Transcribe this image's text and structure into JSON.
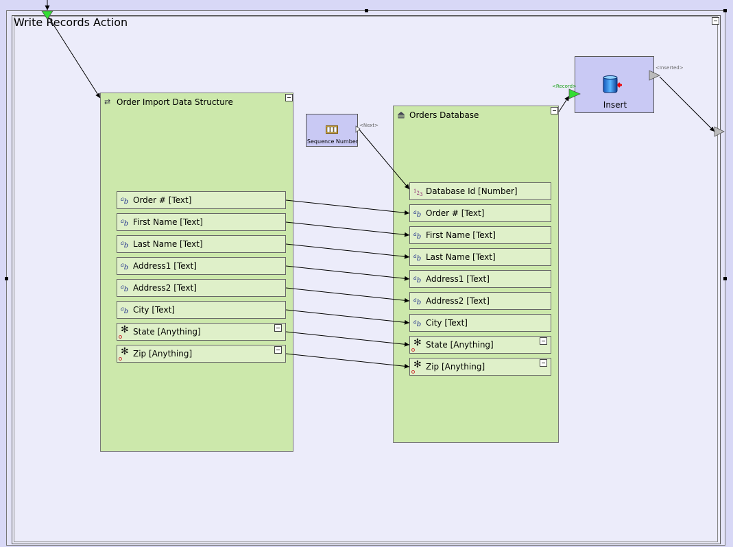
{
  "frame": {
    "title": "Write Records Action"
  },
  "source_struct": {
    "title": "Order Import Data Structure",
    "fields": [
      {
        "label": "Order # [Text]",
        "kind": "text"
      },
      {
        "label": "First Name [Text]",
        "kind": "text"
      },
      {
        "label": "Last Name [Text]",
        "kind": "text"
      },
      {
        "label": "Address1 [Text]",
        "kind": "text"
      },
      {
        "label": "Address2 [Text]",
        "kind": "text"
      },
      {
        "label": "City [Text]",
        "kind": "text"
      },
      {
        "label": "State [Anything]",
        "kind": "anything"
      },
      {
        "label": "Zip [Anything]",
        "kind": "anything"
      }
    ]
  },
  "sequence_node": {
    "label": "Sequence Number",
    "icon_text": "005",
    "port_label": "<Next>"
  },
  "target_db": {
    "title": "Orders Database",
    "fields": [
      {
        "label": "Database Id [Number]",
        "kind": "number"
      },
      {
        "label": "Order # [Text]",
        "kind": "text"
      },
      {
        "label": "First Name [Text]",
        "kind": "text"
      },
      {
        "label": "Last Name [Text]",
        "kind": "text"
      },
      {
        "label": "Address1 [Text]",
        "kind": "text"
      },
      {
        "label": "Address2 [Text]",
        "kind": "text"
      },
      {
        "label": "City [Text]",
        "kind": "text"
      },
      {
        "label": "State [Anything]",
        "kind": "anything"
      },
      {
        "label": "Zip [Anything]",
        "kind": "anything"
      }
    ]
  },
  "insert_node": {
    "label": "Insert",
    "in_port_label": "<Record>",
    "out_port_label": "<Inserted>"
  },
  "icons": {
    "text_field": "text-type-icon",
    "number_field": "number-type-icon",
    "anything_field": "anything-type-icon",
    "structure": "structure-icon",
    "database": "database-icon",
    "insert": "insert-database-icon",
    "sequence": "sequence-counter-icon"
  },
  "colors": {
    "panel_fill": "#cce8ab",
    "field_fill": "#dff0c9",
    "node_fill": "#c9c9f4",
    "canvas": "#ececfa",
    "active_port": "#33dd33",
    "idle_port": "#bbbbbb"
  }
}
